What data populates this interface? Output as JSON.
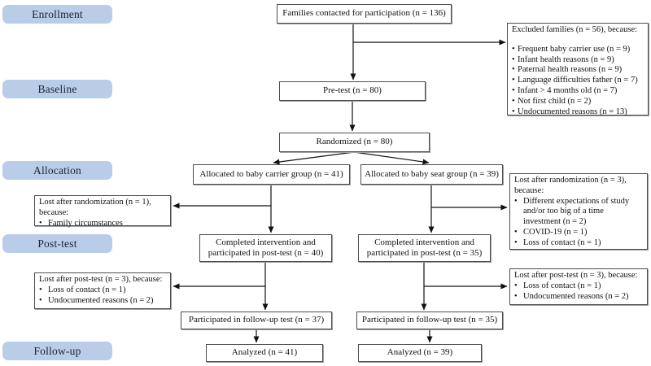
{
  "stages": [
    "Enrollment",
    "Baseline",
    "Allocation",
    "Post-test",
    "Follow-up"
  ],
  "flow": {
    "contacted": "Families contacted for participation (n = 136)",
    "pretest": "Pre-test (n = 80)",
    "randomized": "Randomized (n = 80)",
    "alloc_carrier": "Allocated to baby carrier group (n = 41)",
    "alloc_seat": "Allocated to baby seat group (n = 39)",
    "completed_carrier": "Completed intervention and participated in post-test (n = 40)",
    "completed_seat": "Completed intervention and participated in post-test (n = 35)",
    "followup_carrier": "Participated in follow-up test (n = 37)",
    "followup_seat": "Participated in follow-up test (n = 35)",
    "analyzed_carrier": "Analyzed (n = 41)",
    "analyzed_seat": "Analyzed (n = 39)"
  },
  "side_boxes": {
    "excluded": {
      "title": "Excluded families (n = 56), because:",
      "items": [
        "Frequent baby carrier use (n = 9)",
        "Infant health reasons (n = 9)",
        "Paternal health reasons (n = 9)",
        "Language difficulties father (n = 7)",
        "Infant > 4 months old (n = 7)",
        "Not first child (n = 2)",
        "Undocumented reasons (n = 13)"
      ]
    },
    "lost_randomization_carrier": {
      "title": "Lost after randomization (n = 1), because:",
      "items": [
        "Family circumstances"
      ]
    },
    "lost_randomization_seat": {
      "title": "Lost after randomization (n = 3), because:",
      "items": [
        "Different expectations of study and/or too big of a time investment (n = 2)",
        "COVID-19 (n = 1)",
        "Loss of contact (n = 1)"
      ]
    },
    "lost_posttest_carrier": {
      "title": "Lost after post-test (n = 3), because:",
      "items": [
        "Loss of contact (n = 1)",
        "Undocumented reasons (n = 2)"
      ]
    },
    "lost_posttest_seat": {
      "title": "Lost after post-test (n = 3), because:",
      "items": [
        "Loss of contact (n = 1)",
        "Undocumented reasons (n = 2)"
      ]
    }
  },
  "colors": {
    "stage_bg": "#b9cce8",
    "box_border": "#4d4d4d",
    "arrow": "#111111"
  }
}
